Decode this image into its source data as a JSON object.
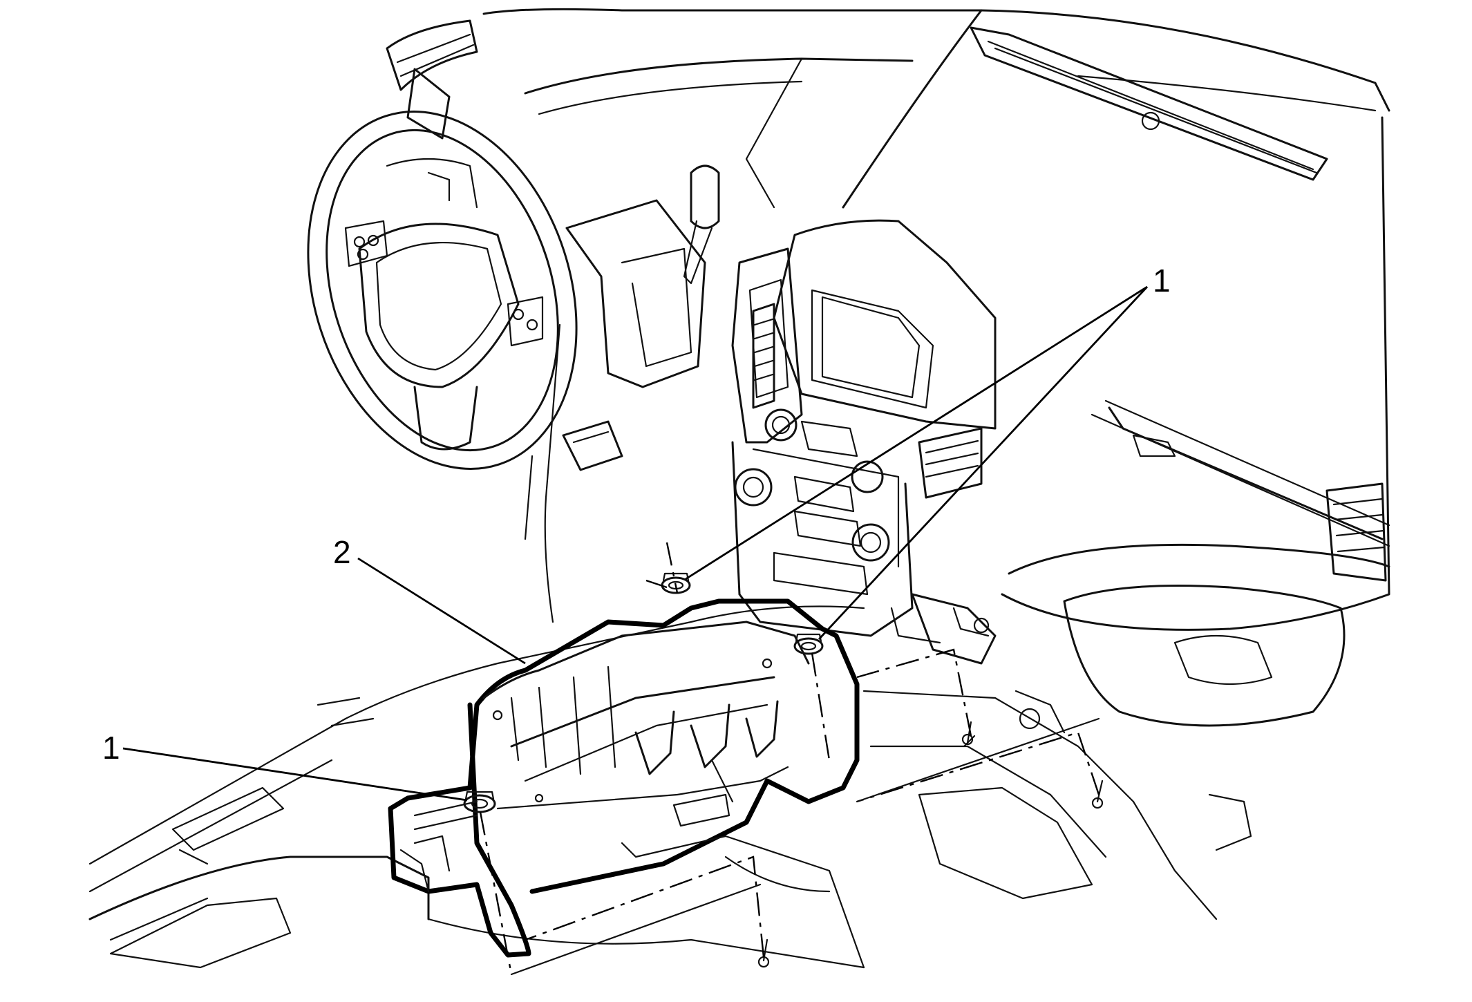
{
  "callouts": [
    {
      "id": "fastener",
      "label": "1"
    },
    {
      "id": "module",
      "label": "2"
    }
  ],
  "colors": {
    "line": "#111111",
    "background": "#ffffff"
  }
}
